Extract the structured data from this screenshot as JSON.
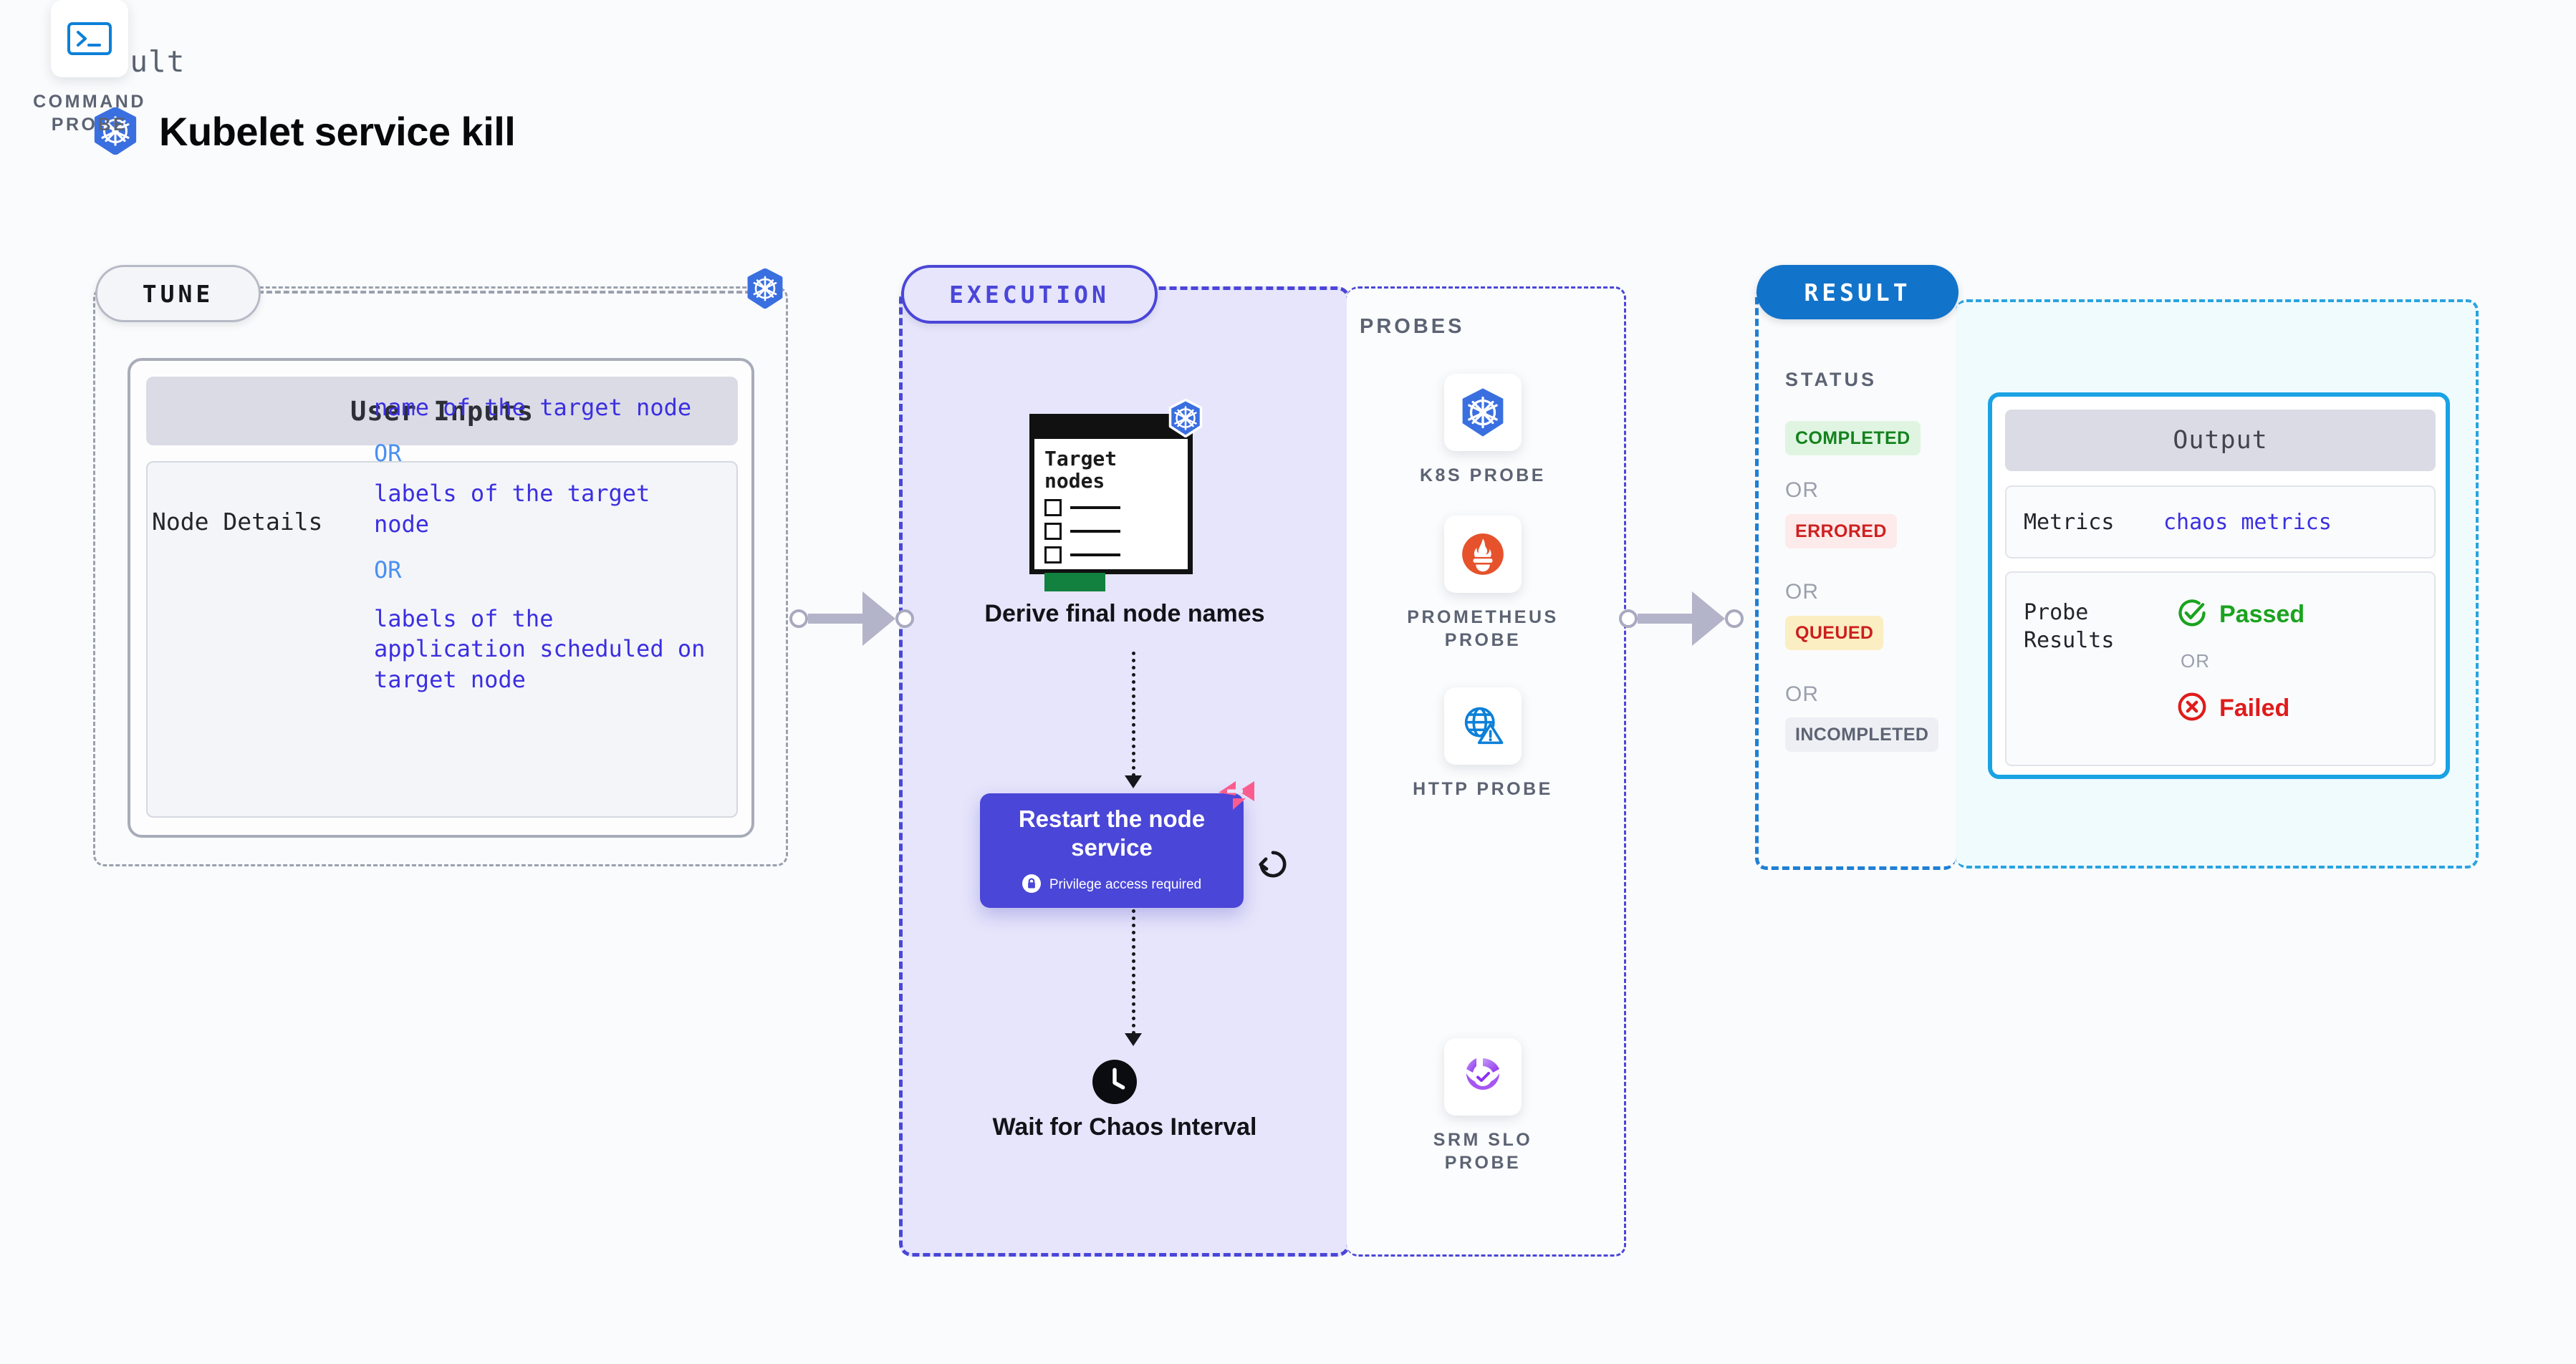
{
  "header": {
    "eyebrow": "Fault",
    "title": "Kubelet service kill",
    "icon": "kubernetes-icon"
  },
  "tune": {
    "tag": "TUNE",
    "badge_icon": "kubernetes-icon",
    "card": {
      "heading": "User Inputs",
      "row_label": "Node Details",
      "values": [
        "name of the target node",
        "labels of the target node",
        "labels of the application scheduled on target node"
      ],
      "or_label": "OR"
    }
  },
  "execution": {
    "tag": "EXECUTION",
    "node_card": {
      "title": "Target nodes",
      "badge_icon": "kubernetes-icon",
      "checkbox_rows": 3,
      "button_color": "#12803f"
    },
    "derive_label": "Derive final node names",
    "restart_card": {
      "title": "Restart the node service",
      "privilege_text": "Privilege access required",
      "privilege_icon": "lock-icon",
      "corner_icon": "litmus-chaos-icon",
      "color": "#4a46d8"
    },
    "refresh_icon": "refresh-icon",
    "wait": {
      "icon": "clock-icon",
      "label": "Wait for Chaos Interval"
    }
  },
  "probes": {
    "title": "PROBES",
    "items": [
      {
        "name": "K8S PROBE",
        "icon": "kubernetes-icon"
      },
      {
        "name": "PROMETHEUS PROBE",
        "icon": "prometheus-icon"
      },
      {
        "name": "HTTP PROBE",
        "icon": "http-globe-warning-icon"
      },
      {
        "name": "COMMAND PROBE",
        "icon": "terminal-icon"
      },
      {
        "name": "SRM SLO PROBE",
        "icon": "srm-slo-icon"
      }
    ]
  },
  "result": {
    "tag": "RESULT",
    "status_title": "STATUS",
    "or_label": "OR",
    "statuses": [
      {
        "label": "COMPLETED",
        "bg": "#dff5e1",
        "fg": "#14821e"
      },
      {
        "label": "ERRORED",
        "bg": "#fdeaea",
        "fg": "#cf2020"
      },
      {
        "label": "QUEUED",
        "bg": "#fbeec2",
        "fg": "#cb1f1f"
      },
      {
        "label": "INCOMPLETED",
        "bg": "#eeeff4",
        "fg": "#5c6373"
      }
    ]
  },
  "output": {
    "heading": "Output",
    "metrics_label": "Metrics",
    "metrics_value": "chaos metrics",
    "probe_results_label": "Probe Results",
    "passed_label": "Passed",
    "failed_label": "Failed",
    "or_label": "OR",
    "passed_icon": "check-circle-icon",
    "failed_icon": "x-circle-icon"
  }
}
